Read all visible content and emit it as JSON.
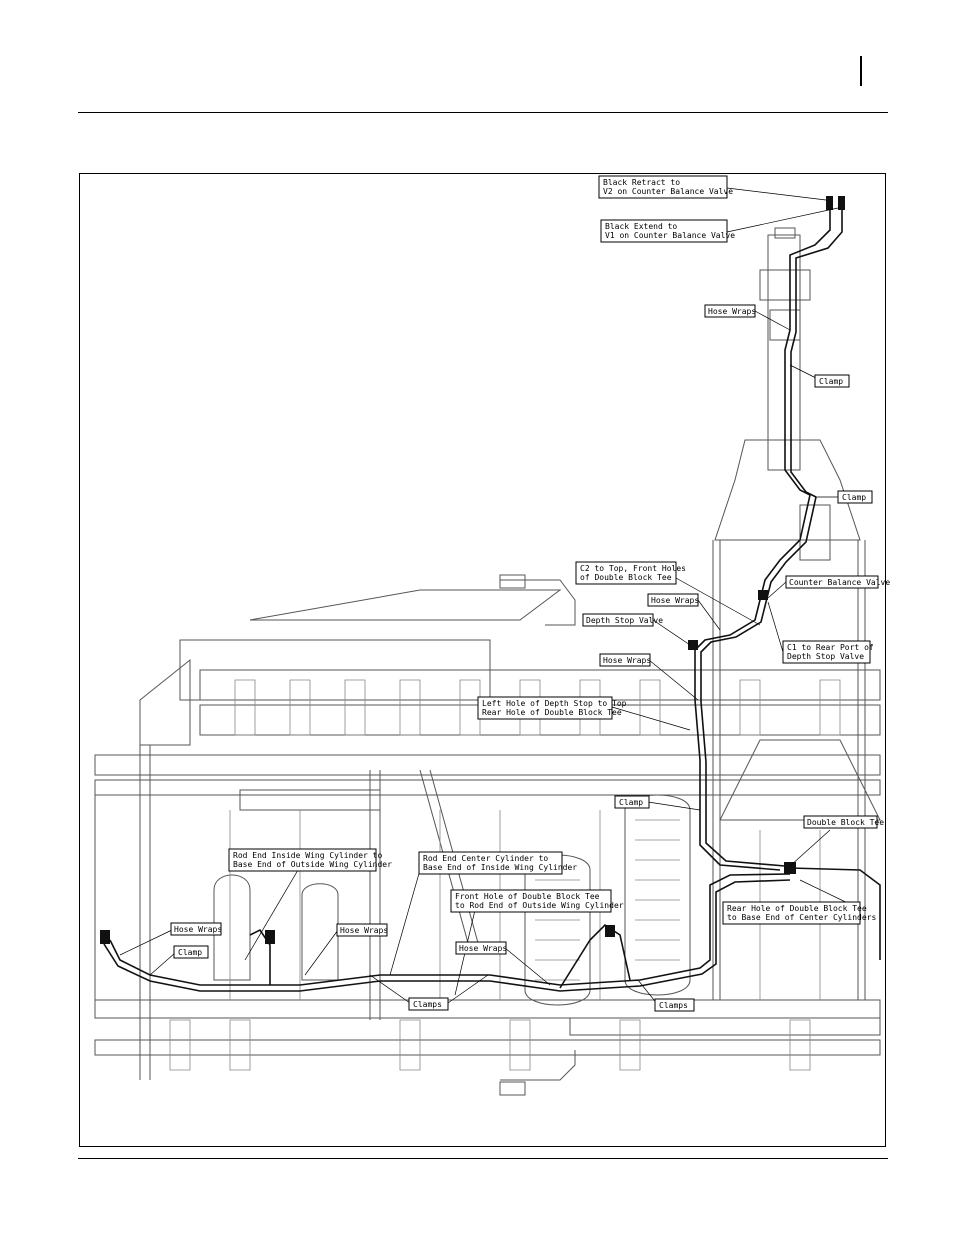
{
  "labels": {
    "black_retract": [
      "Black Retract to",
      "V2 on Counter Balance Valve"
    ],
    "black_extend": [
      "Black Extend to",
      "V1 on Counter Balance Valve"
    ],
    "hose_wraps_top": "Hose Wraps",
    "clamp_1": "Clamp",
    "clamp_2": "Clamp",
    "c2_top_front": [
      "C2 to Top, Front Holes",
      "of Double Block Tee"
    ],
    "counter_balance_valve": "Counter Balance Valve",
    "hose_wraps_mid1": "Hose Wraps",
    "depth_stop_valve": "Depth Stop Valve",
    "c1_rear_port": [
      "C1 to Rear Port of",
      "Depth Stop Valve"
    ],
    "hose_wraps_mid2": "Hose Wraps",
    "left_hole_depth_stop": [
      "Left Hole of Depth Stop to Top",
      "Rear Hole of Double Block Tee"
    ],
    "clamp_3": "Clamp",
    "double_block_tee": "Double Block Tee",
    "rod_end_inside_wing": [
      "Rod End Inside Wing Cylinder to",
      "Base End of Outside Wing Cylinder"
    ],
    "rod_end_center": [
      "Rod End Center Cylinder to",
      "Base End of Inside Wing Cylinder"
    ],
    "front_hole_double_block": [
      "Front Hole of Double Block Tee",
      "to Rod End of Outside Wing Cylinder"
    ],
    "rear_hole_double_block": [
      "Rear Hole of Double Block Tee",
      "to Base End of Center Cylinders"
    ],
    "hose_wraps_left": "Hose Wraps",
    "clamp_left": "Clamp",
    "hose_wraps_center_left": "Hose Wraps",
    "hose_wraps_center": "Hose Wraps",
    "clamps_1": "Clamps",
    "clamps_2": "Clamps"
  }
}
